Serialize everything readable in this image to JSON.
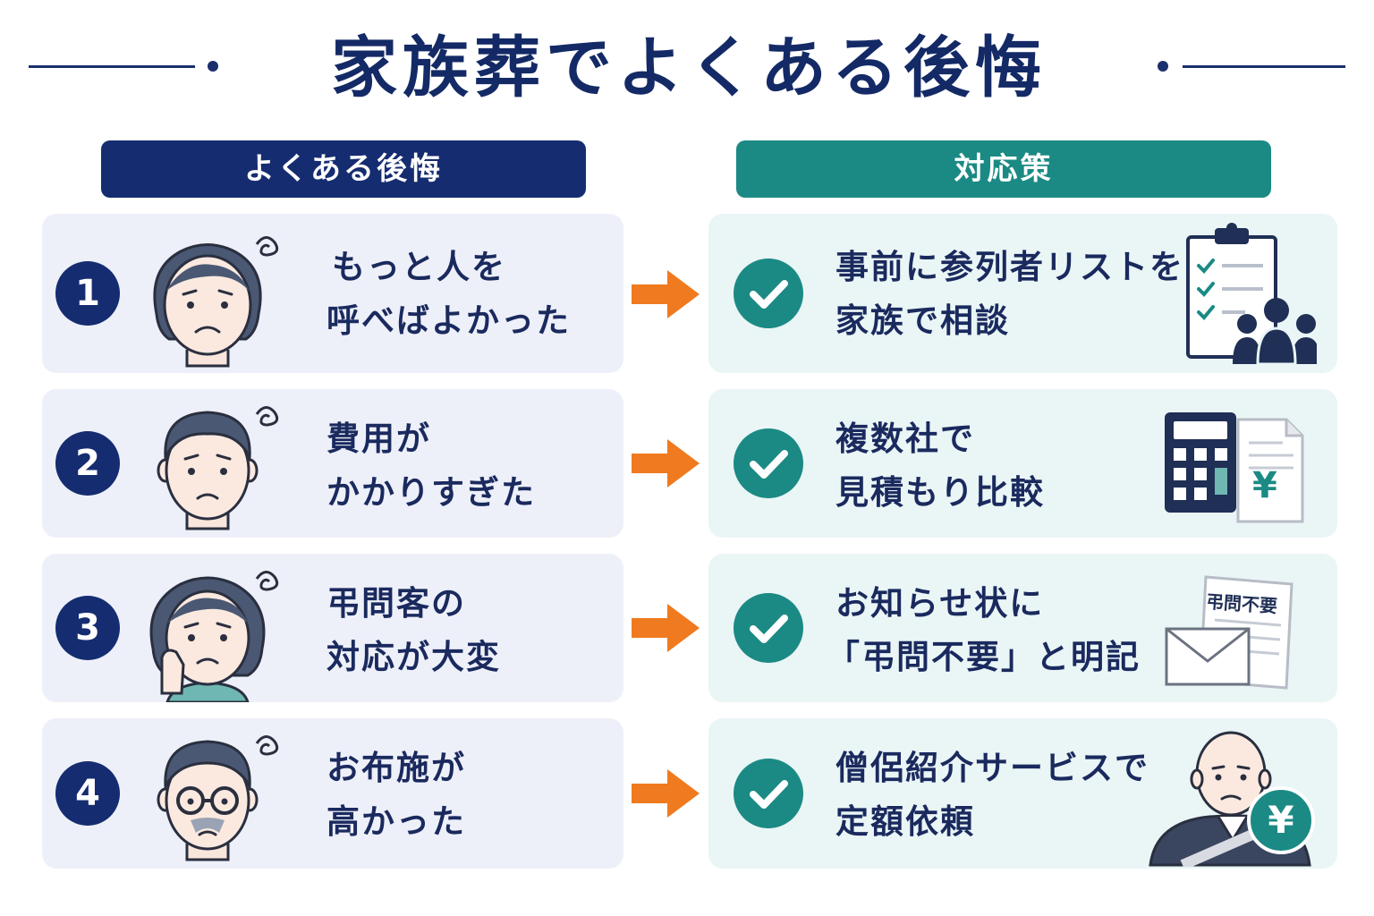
{
  "title": "家族葬でよくある後悔",
  "headers": {
    "regrets": "よくある後悔",
    "solutions": "対応策"
  },
  "rows": [
    {
      "number": "1",
      "regret_line1": "もっと人を",
      "regret_line2": "呼べばよかった",
      "solution_line1": "事前に参列者リストを",
      "solution_line2": "家族で相談"
    },
    {
      "number": "2",
      "regret_line1": "費用が",
      "regret_line2": "かかりすぎた",
      "solution_line1": "複数社で",
      "solution_line2": "見積もり比較"
    },
    {
      "number": "3",
      "regret_line1": "弔問客の",
      "regret_line2": "対応が大変",
      "solution_line1": "お知らせ状に",
      "solution_line2": "「弔問不要」と明記"
    },
    {
      "number": "4",
      "regret_line1": "お布施が",
      "regret_line2": "高かった",
      "solution_line1": "僧侶紹介サービスで",
      "solution_line2": "定額依頼"
    }
  ],
  "illustrations": {
    "yen_symbol": "¥",
    "notice_label": "弔問不要"
  },
  "colors": {
    "navy": "#152c70",
    "teal": "#1b8a84",
    "orange": "#f07a1f",
    "regret_bg": "#eef0f9",
    "solution_bg": "#eaf5f6"
  }
}
